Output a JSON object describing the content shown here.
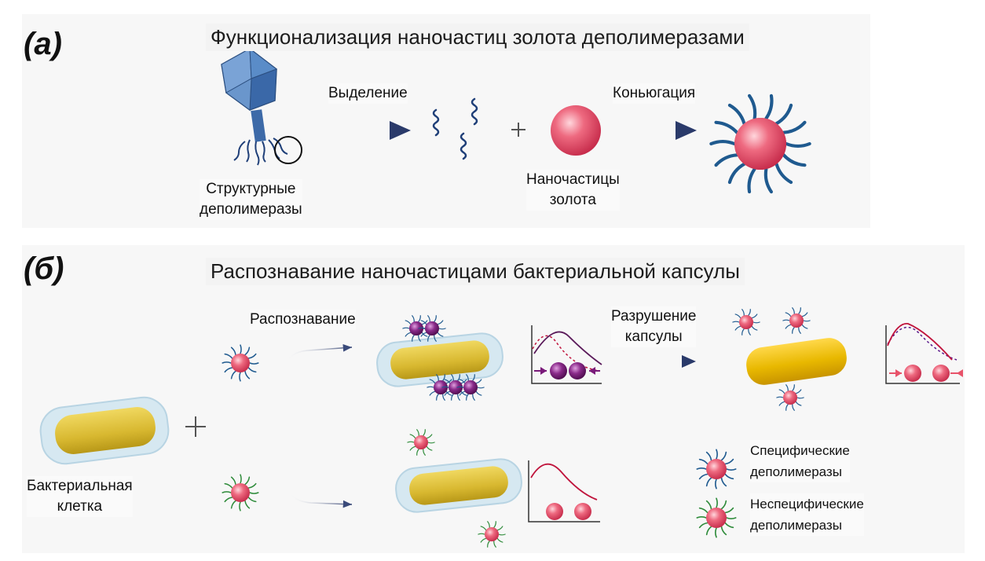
{
  "panel_a": {
    "tag": "(а)",
    "title": "Функционализация наночастиц золота деполимеразами",
    "step1_label": "Выделение",
    "step2_label": "Коньюгация",
    "phage_label_line1": "Структурные",
    "phage_label_line2": "деполимеразы",
    "gold_label_line1": "Наночастицы",
    "gold_label_line2": "золота"
  },
  "panel_b": {
    "tag": "(б)",
    "title": "Распознавание наночастицами бактериальной капсулы",
    "recognition_label": "Распознавание",
    "destruction_label_line1": "Разрушение",
    "destruction_label_line2": "капсулы",
    "cell_label_line1": "Бактериальная",
    "cell_label_line2": "клетка",
    "plus": "+"
  },
  "legend": {
    "specific_line1": "Специфические",
    "specific_line2": "деполимеразы",
    "nonspecific_line1": "Неспецифические",
    "nonspecific_line2": "деполимеразы"
  },
  "colors": {
    "gold_particle": "#e8536a",
    "specific_ligand": "#1f5a8f",
    "nonspecific_ligand": "#2e8b3a",
    "aggregated_particle": "#7a1a7a",
    "bacterium": "#e0c020",
    "capsule": "#cfe3ee",
    "arrow": "#2a3a6a",
    "curve_red": "#c0143c",
    "curve_purple": "#5a1a5a"
  }
}
